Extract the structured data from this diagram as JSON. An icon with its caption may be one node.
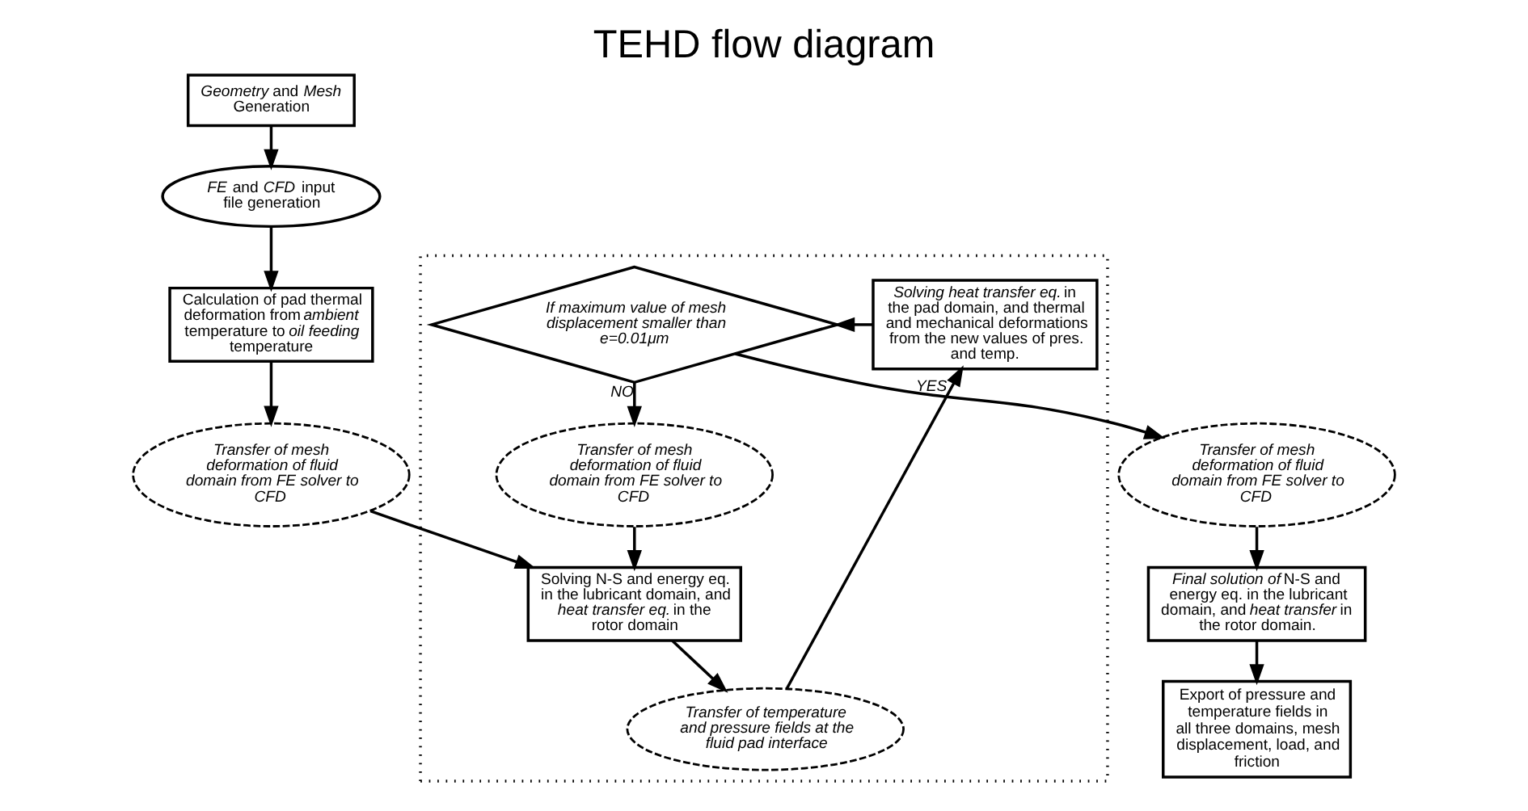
{
  "diagram": {
    "title": "TEHD flow diagram",
    "nodes": [
      {
        "text": [
          "*Geometry* and *Mesh* Generation"
        ]
      },
      {
        "text": [
          "*FE* and *CFD* input file generation"
        ]
      },
      {
        "text": [
          "Calculation of pad thermal deformation from *ambient* temperature to *oil feeding* temperature"
        ]
      },
      {
        "text": [
          "Transfer of mesh deformation of fluid domain from FE solver to CFD"
        ]
      },
      {
        "text": [],
        "shape": "box"
      },
      {
        "text": [
          "*Solving heat transfer eq.* in the pad domain, and thermal and mechanical deformations from the new values of pres. and temp."
        ],
        "in": 4
      },
      {
        "text": [
          "If maximum value of mesh displacement smaller than e=0.01μm"
        ],
        "in": 4
      },
      {
        "text": [
          "Transfer of temperature and pressure fields at the fluid pad interface"
        ],
        "in": 4
      },
      {
        "text": [
          "Transfer of mesh deformation of fluid domain from FE solver to CFD"
        ],
        "in": 4
      },
      {
        "text": [
          "Solving N-S and energy eq. in the lubricant domain, and *heat transfer eq.* in the rotor domain"
        ],
        "in": 4
      },
      {
        "text": [
          "Transfer of mesh deformation of fluid domain from FE solver to CFD"
        ]
      },
      {
        "text": [
          "*Final solution of* N-S and energy eq. in the lubricant domain, and *heat transfer* in the rotor domain."
        ]
      },
      {
        "text": [
          "Export of pressure and temperature fields in all three domains, mesh displacement, load, and friction"
        ]
      }
    ],
    "edges": [
      {
        "from": 0,
        "to": 1,
        "arrow": "to"
      },
      {
        "from": 1,
        "to": 2,
        "arrow": "to"
      },
      {
        "from": 2,
        "to": 3,
        "arrow": "to"
      },
      {
        "from": 3,
        "to": 9,
        "arrow": "to"
      },
      {
        "from": 9,
        "to": 7,
        "arrow": "to"
      },
      {
        "from": 7,
        "to": 5,
        "arrow": "to"
      },
      {
        "from": 5,
        "to": 6,
        "arrow": "to"
      },
      {
        "from": 6,
        "to": 10,
        "arrow": "to",
        "label": "YES"
      },
      {
        "from": 6,
        "to": 8,
        "arrow": "to",
        "label": "NO"
      },
      {
        "from": 8,
        "to": 9,
        "arrow": "to"
      },
      {
        "from": 10,
        "to": 11,
        "arrow": "to"
      },
      {
        "from": 11,
        "to": 12,
        "arrow": "to"
      }
    ]
  }
}
